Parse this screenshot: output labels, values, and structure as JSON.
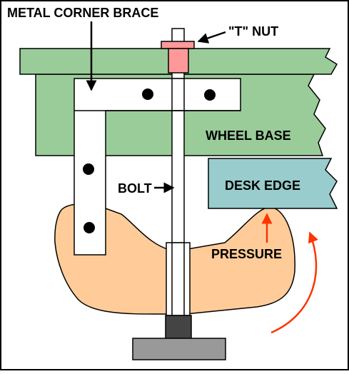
{
  "labels": {
    "brace": "METAL CORNER BRACE",
    "tnut": "\"T\" NUT",
    "wheel_base": "WHEEL BASE",
    "desk_edge": "DESK EDGE",
    "bolt": "BOLT",
    "pressure": "PRESSURE"
  },
  "colors": {
    "wheel_base_fill": "#99cc99",
    "desk_edge_fill": "#99cccc",
    "pad_fill": "#ffcc99",
    "brace_fill": "#ffffff",
    "tnut_fill": "#ff9999",
    "knob_fill": "#444444",
    "foot_fill": "#999999",
    "pressure_arrow": "#ff3300",
    "outline": "#000000"
  }
}
